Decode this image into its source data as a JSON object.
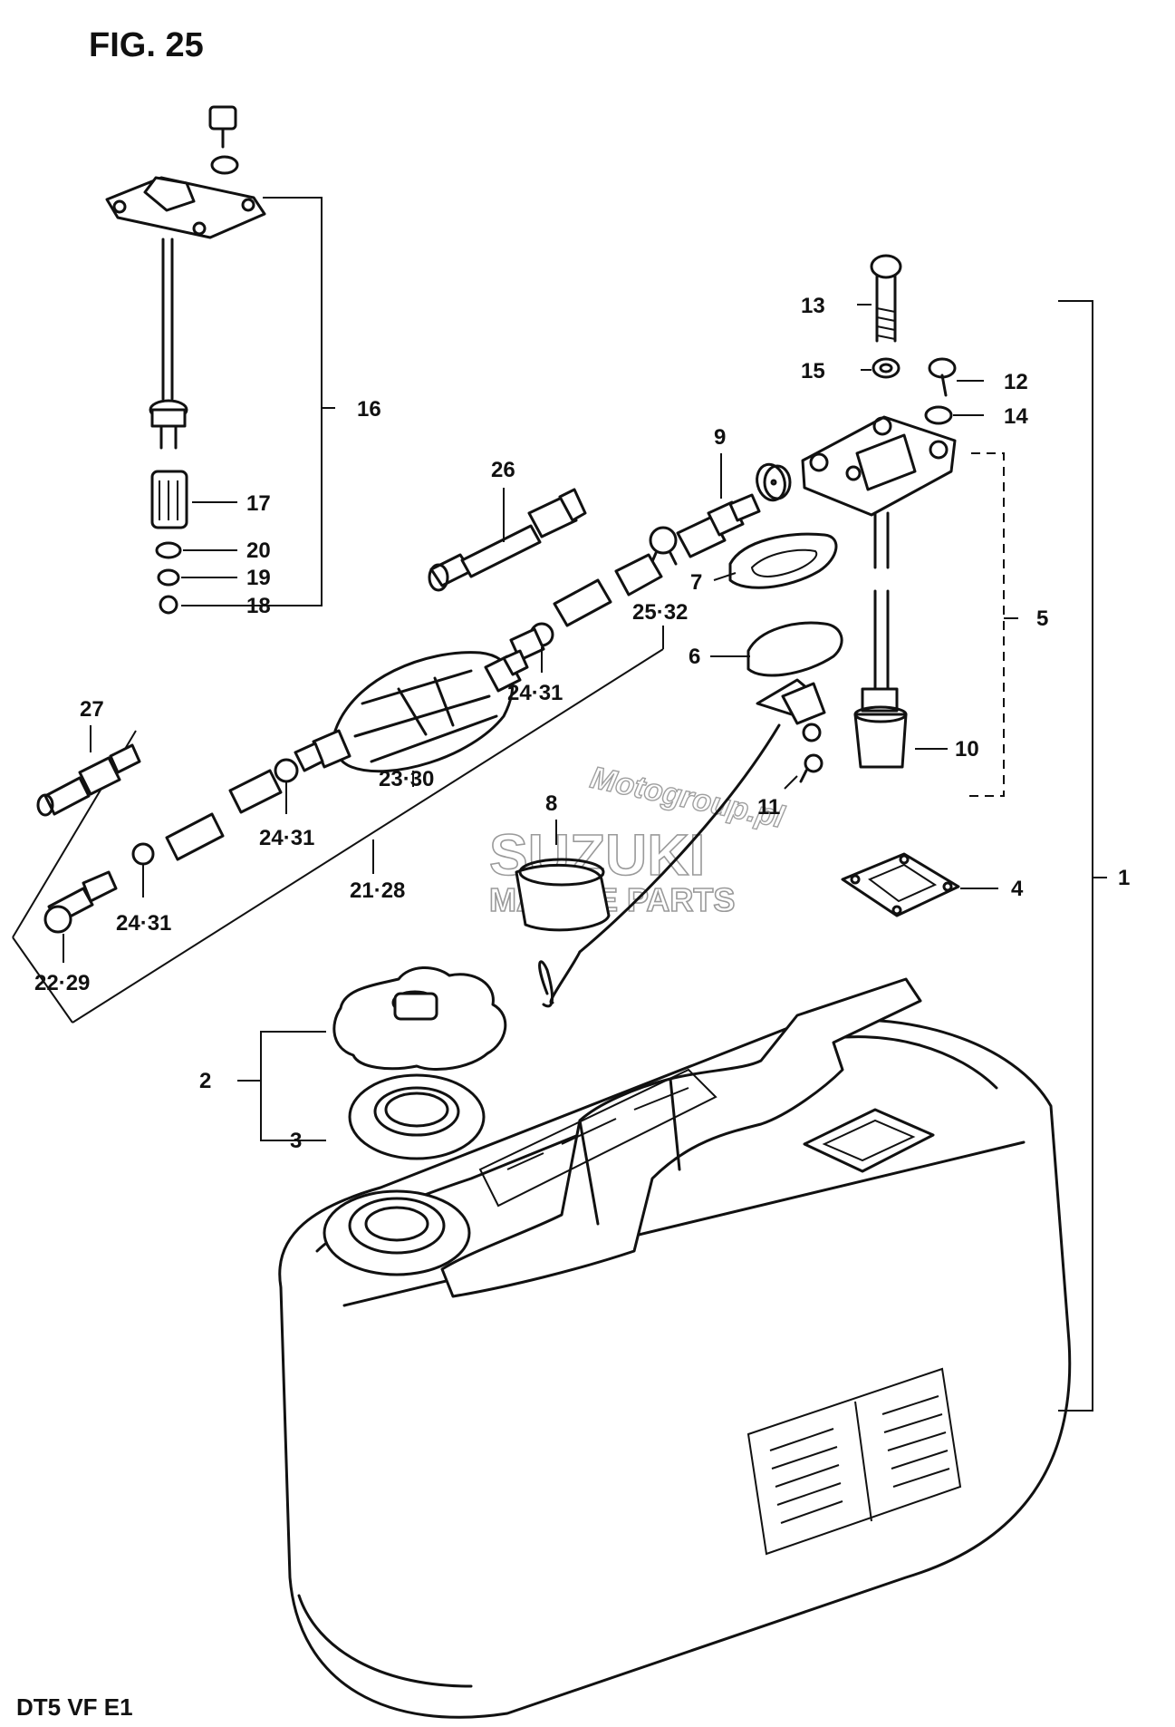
{
  "figure": {
    "title": "FIG. 25",
    "model_code": "DT5 VF E1"
  },
  "watermark": {
    "site": "Motogroup.pl",
    "brand": "SUZUKI",
    "sub": "MARINE PARTS"
  },
  "callouts": {
    "c1": "1",
    "c2": "2",
    "c3": "3",
    "c4": "4",
    "c5": "5",
    "c6": "6",
    "c7": "7",
    "c8": "8",
    "c9": "9",
    "c10": "10",
    "c11": "11",
    "c12": "12",
    "c13": "13",
    "c14": "14",
    "c15": "15",
    "c16": "16",
    "c17": "17",
    "c18": "18",
    "c19": "19",
    "c20": "20",
    "c21_28": "21·28",
    "c22_29": "22·29",
    "c23_30": "23·30",
    "c24_31a": "24·31",
    "c24_31b": "24·31",
    "c24_31c": "24·31",
    "c25_32": "25·32",
    "c26": "26",
    "c27": "27"
  }
}
